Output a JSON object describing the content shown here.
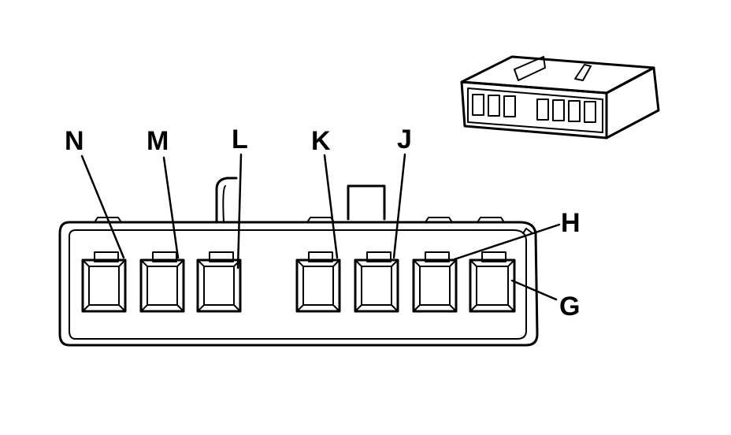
{
  "diagram": {
    "pin_labels": [
      {
        "id": "N",
        "text": "N"
      },
      {
        "id": "M",
        "text": "M"
      },
      {
        "id": "L",
        "text": "L"
      },
      {
        "id": "K",
        "text": "K"
      },
      {
        "id": "J",
        "text": "J"
      },
      {
        "id": "H",
        "text": "H"
      },
      {
        "id": "G",
        "text": "G"
      }
    ]
  }
}
